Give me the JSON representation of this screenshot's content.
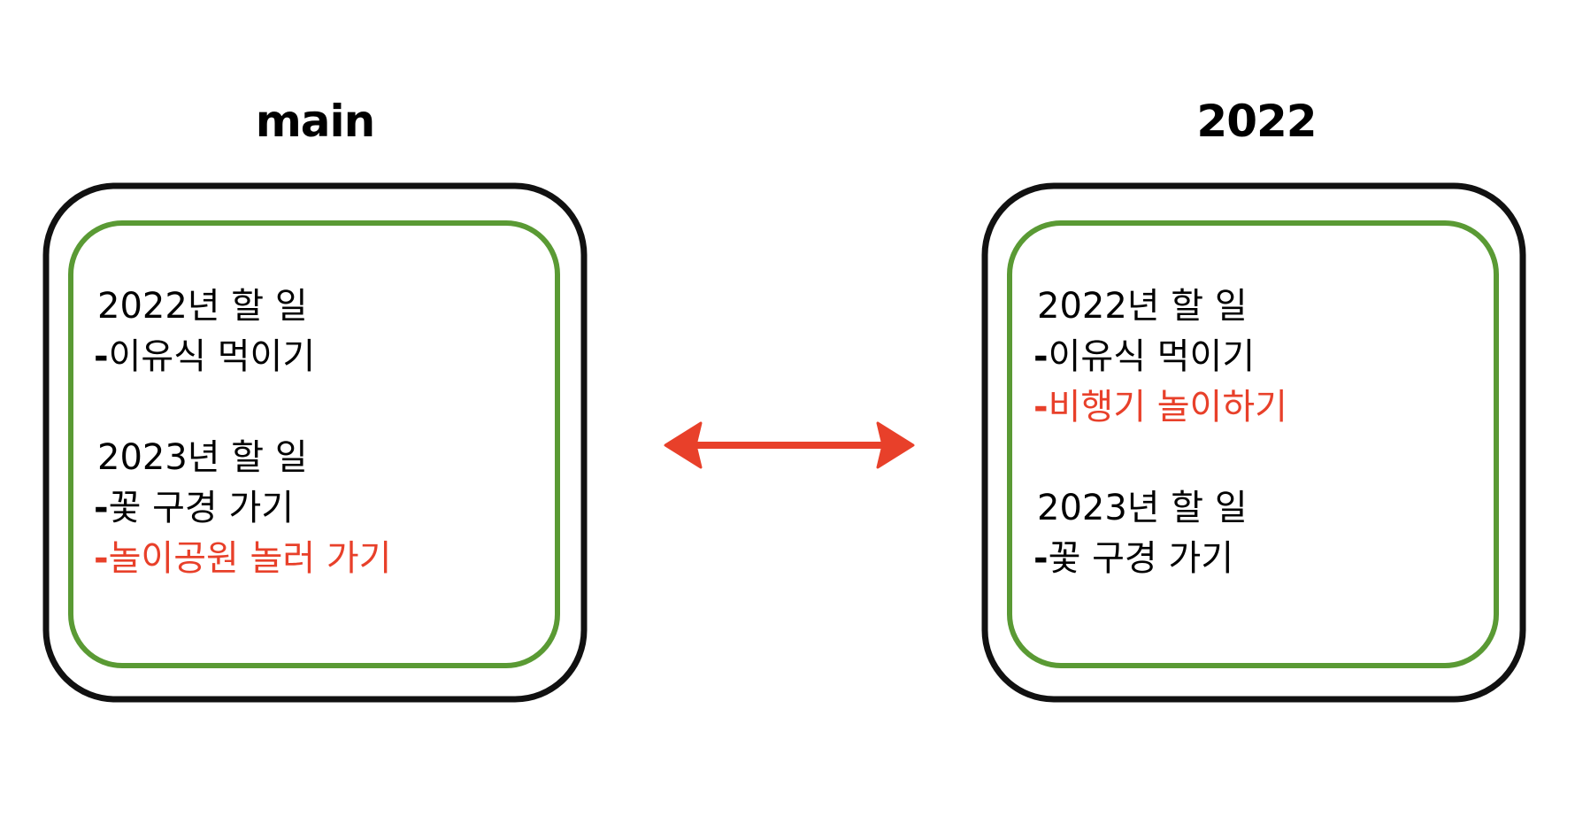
{
  "panels": {
    "left": {
      "title": "main",
      "sections": [
        {
          "heading": "2022년 할 일",
          "items": [
            {
              "dash": "-",
              "text": "이유식 먹이기",
              "highlight": false
            }
          ]
        },
        {
          "heading": "2023년 할 일",
          "items": [
            {
              "dash": "-",
              "text": "꽃 구경 가기",
              "highlight": false
            },
            {
              "dash": "-",
              "text": "놀이공원 놀러 가기",
              "highlight": true
            }
          ]
        }
      ]
    },
    "right": {
      "title": "2022",
      "sections": [
        {
          "heading": "2022년 할 일",
          "items": [
            {
              "dash": "-",
              "text": "이유식 먹이기",
              "highlight": false
            },
            {
              "dash": "-",
              "text": "비행기 놀이하기",
              "highlight": true
            }
          ]
        },
        {
          "heading": "2023년 할 일",
          "items": [
            {
              "dash": "-",
              "text": "꽃 구경 가기",
              "highlight": false
            }
          ]
        }
      ]
    }
  },
  "colors": {
    "outer_frame": "#111111",
    "inner_frame": "#5a9a34",
    "highlight_text": "#e8402a",
    "arrow": "#e8402a"
  },
  "connector": {
    "icon": "double-arrow-icon"
  }
}
